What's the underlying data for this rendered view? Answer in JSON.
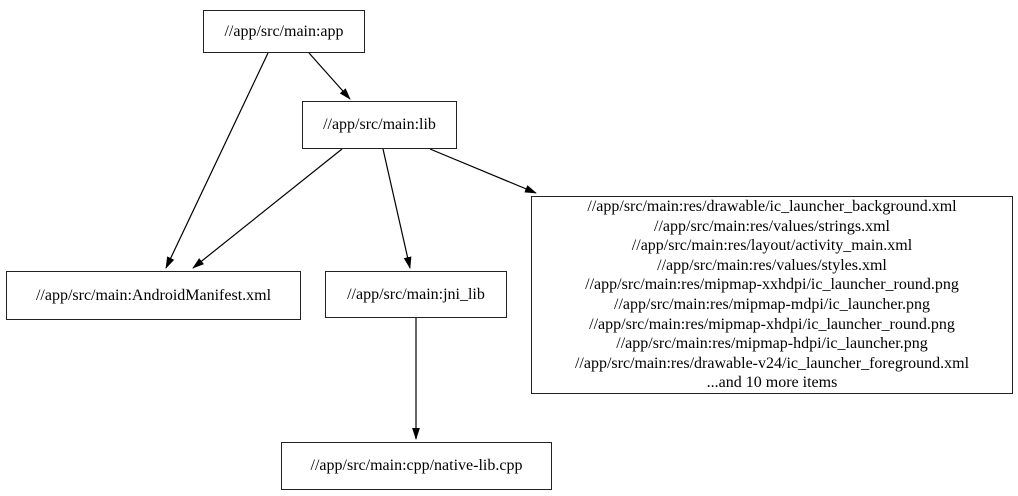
{
  "diagram": {
    "type": "dependency-graph",
    "background_color": "#ffffff",
    "node_border_color": "#222222",
    "edge_color": "#000000",
    "text_color": "#000000",
    "nodes": {
      "app": {
        "label": "//app/src/main:app"
      },
      "lib": {
        "label": "//app/src/main:lib"
      },
      "manifest": {
        "label": "//app/src/main:AndroidManifest.xml"
      },
      "jni_lib": {
        "label": "//app/src/main:jni_lib"
      },
      "native_cpp": {
        "label": "//app/src/main:cpp/native-lib.cpp"
      },
      "res_group": {
        "lines": [
          "//app/src/main:res/drawable/ic_launcher_background.xml",
          "//app/src/main:res/values/strings.xml",
          "//app/src/main:res/layout/activity_main.xml",
          "//app/src/main:res/values/styles.xml",
          "//app/src/main:res/mipmap-xxhdpi/ic_launcher_round.png",
          "//app/src/main:res/mipmap-mdpi/ic_launcher.png",
          "//app/src/main:res/mipmap-xhdpi/ic_launcher_round.png",
          "//app/src/main:res/mipmap-hdpi/ic_launcher.png",
          "//app/src/main:res/drawable-v24/ic_launcher_foreground.xml",
          "...and 10 more items"
        ]
      }
    },
    "edges": [
      {
        "from": "app",
        "to": "lib"
      },
      {
        "from": "app",
        "to": "manifest"
      },
      {
        "from": "lib",
        "to": "manifest"
      },
      {
        "from": "lib",
        "to": "jni_lib"
      },
      {
        "from": "lib",
        "to": "res_group"
      },
      {
        "from": "jni_lib",
        "to": "native_cpp"
      }
    ]
  }
}
